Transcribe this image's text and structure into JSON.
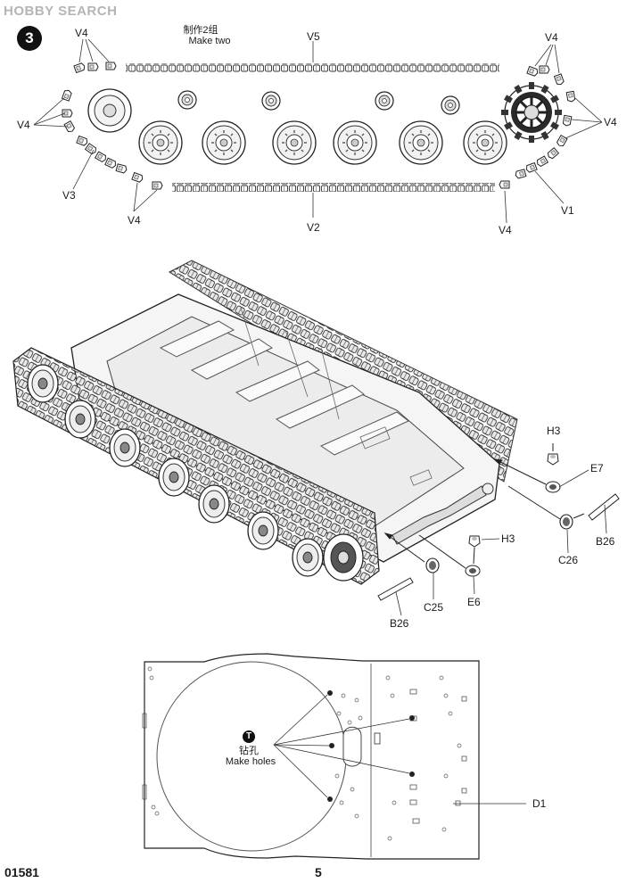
{
  "watermark": "HOBBY SEARCH",
  "step": {
    "number": "3"
  },
  "section1": {
    "note_cn": "制作2组",
    "note_en": "Make two",
    "labels": {
      "v4_top_left": "V4",
      "v5": "V5",
      "v4_top_right": "V4",
      "v4_left": "V4",
      "v4_right": "V4",
      "v3": "V3",
      "v4_bottom_left": "V4",
      "v2": "V2",
      "v4_bottom_right": "V4",
      "v1": "V1"
    }
  },
  "section2": {
    "labels": {
      "h3_top": "H3",
      "e7": "E7",
      "b26_right": "B26",
      "c26": "C26",
      "h3_mid": "H3",
      "e6": "E6",
      "c25": "C25",
      "b26_left": "B26"
    }
  },
  "section3": {
    "drill_icon": "T",
    "note_cn": "钻孔",
    "note_en": "Make holes",
    "part": "D1"
  },
  "footer": {
    "code": "01581",
    "page": "5"
  }
}
